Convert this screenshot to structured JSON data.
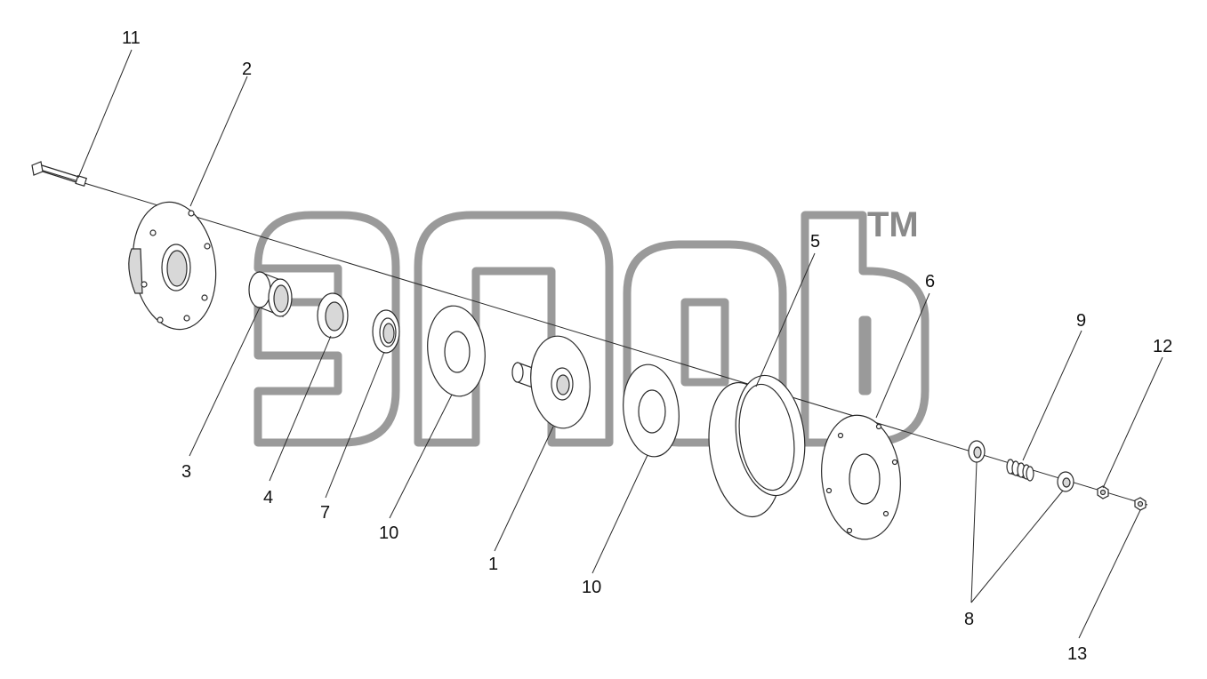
{
  "colors": {
    "line": "#2a2a2a",
    "watermark": "#9a9a9a",
    "part_fill": "#ffffff",
    "part_shade": "#d8d8d8"
  },
  "watermark": {
    "logo_icon": "ampf-logo-watermark",
    "trademark": "TM"
  },
  "callouts": {
    "p11": "11",
    "p2": "2",
    "p3": "3",
    "p4": "4",
    "p7": "7",
    "p10a": "10",
    "p1": "1",
    "p10b": "10",
    "p5": "5",
    "p6": "6",
    "p9": "9",
    "p12": "12",
    "p8": "8",
    "p13": "13"
  }
}
